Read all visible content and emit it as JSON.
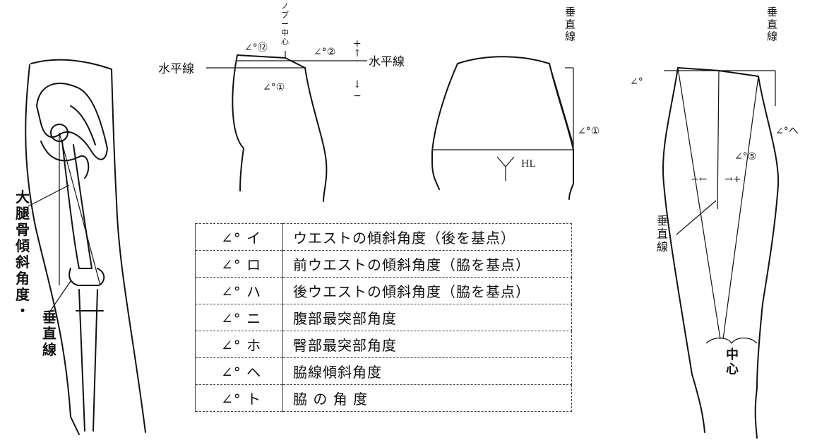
{
  "fig1": {
    "label": "大腿骨傾斜角度・",
    "vertical": "垂直線"
  },
  "fig2": {
    "horizontal_left": "水平線",
    "horizontal_right": "水平線",
    "center_label": "ノブー中心",
    "angle_ro": "∠°⑫",
    "angle_ha": "∠°②",
    "angle_i": "∠°①",
    "plus": "+",
    "up_arrow": "↑",
    "down_arrow": "↓",
    "minus": "−"
  },
  "fig3": {
    "vertical": "垂直線",
    "angle": "∠°①",
    "hl": "HL"
  },
  "fig4": {
    "vertical_top": "垂直線",
    "vertical_mid": "垂直線",
    "angle_left": "∠°",
    "angle_right": "∠°ヘ",
    "angle_center": "∠°⑤",
    "minus_arrow": "−←",
    "plus_arrow": "→+",
    "center": "中心"
  },
  "legend": [
    {
      "symbol": "∠° イ",
      "text": "ウエストの傾斜角度（後を基点）"
    },
    {
      "symbol": "∠° ロ",
      "text": "前ウエストの傾斜角度（脇を基点）"
    },
    {
      "symbol": "∠° ハ",
      "text": "後ウエストの傾斜角度（脇を基点）"
    },
    {
      "symbol": "∠° ニ",
      "text": "腹部最突部角度"
    },
    {
      "symbol": "∠° ホ",
      "text": "臀部最突部角度"
    },
    {
      "symbol": "∠° ヘ",
      "text": "脇線傾斜角度"
    },
    {
      "symbol": "∠° ト",
      "text": "脇 の 角 度"
    }
  ]
}
